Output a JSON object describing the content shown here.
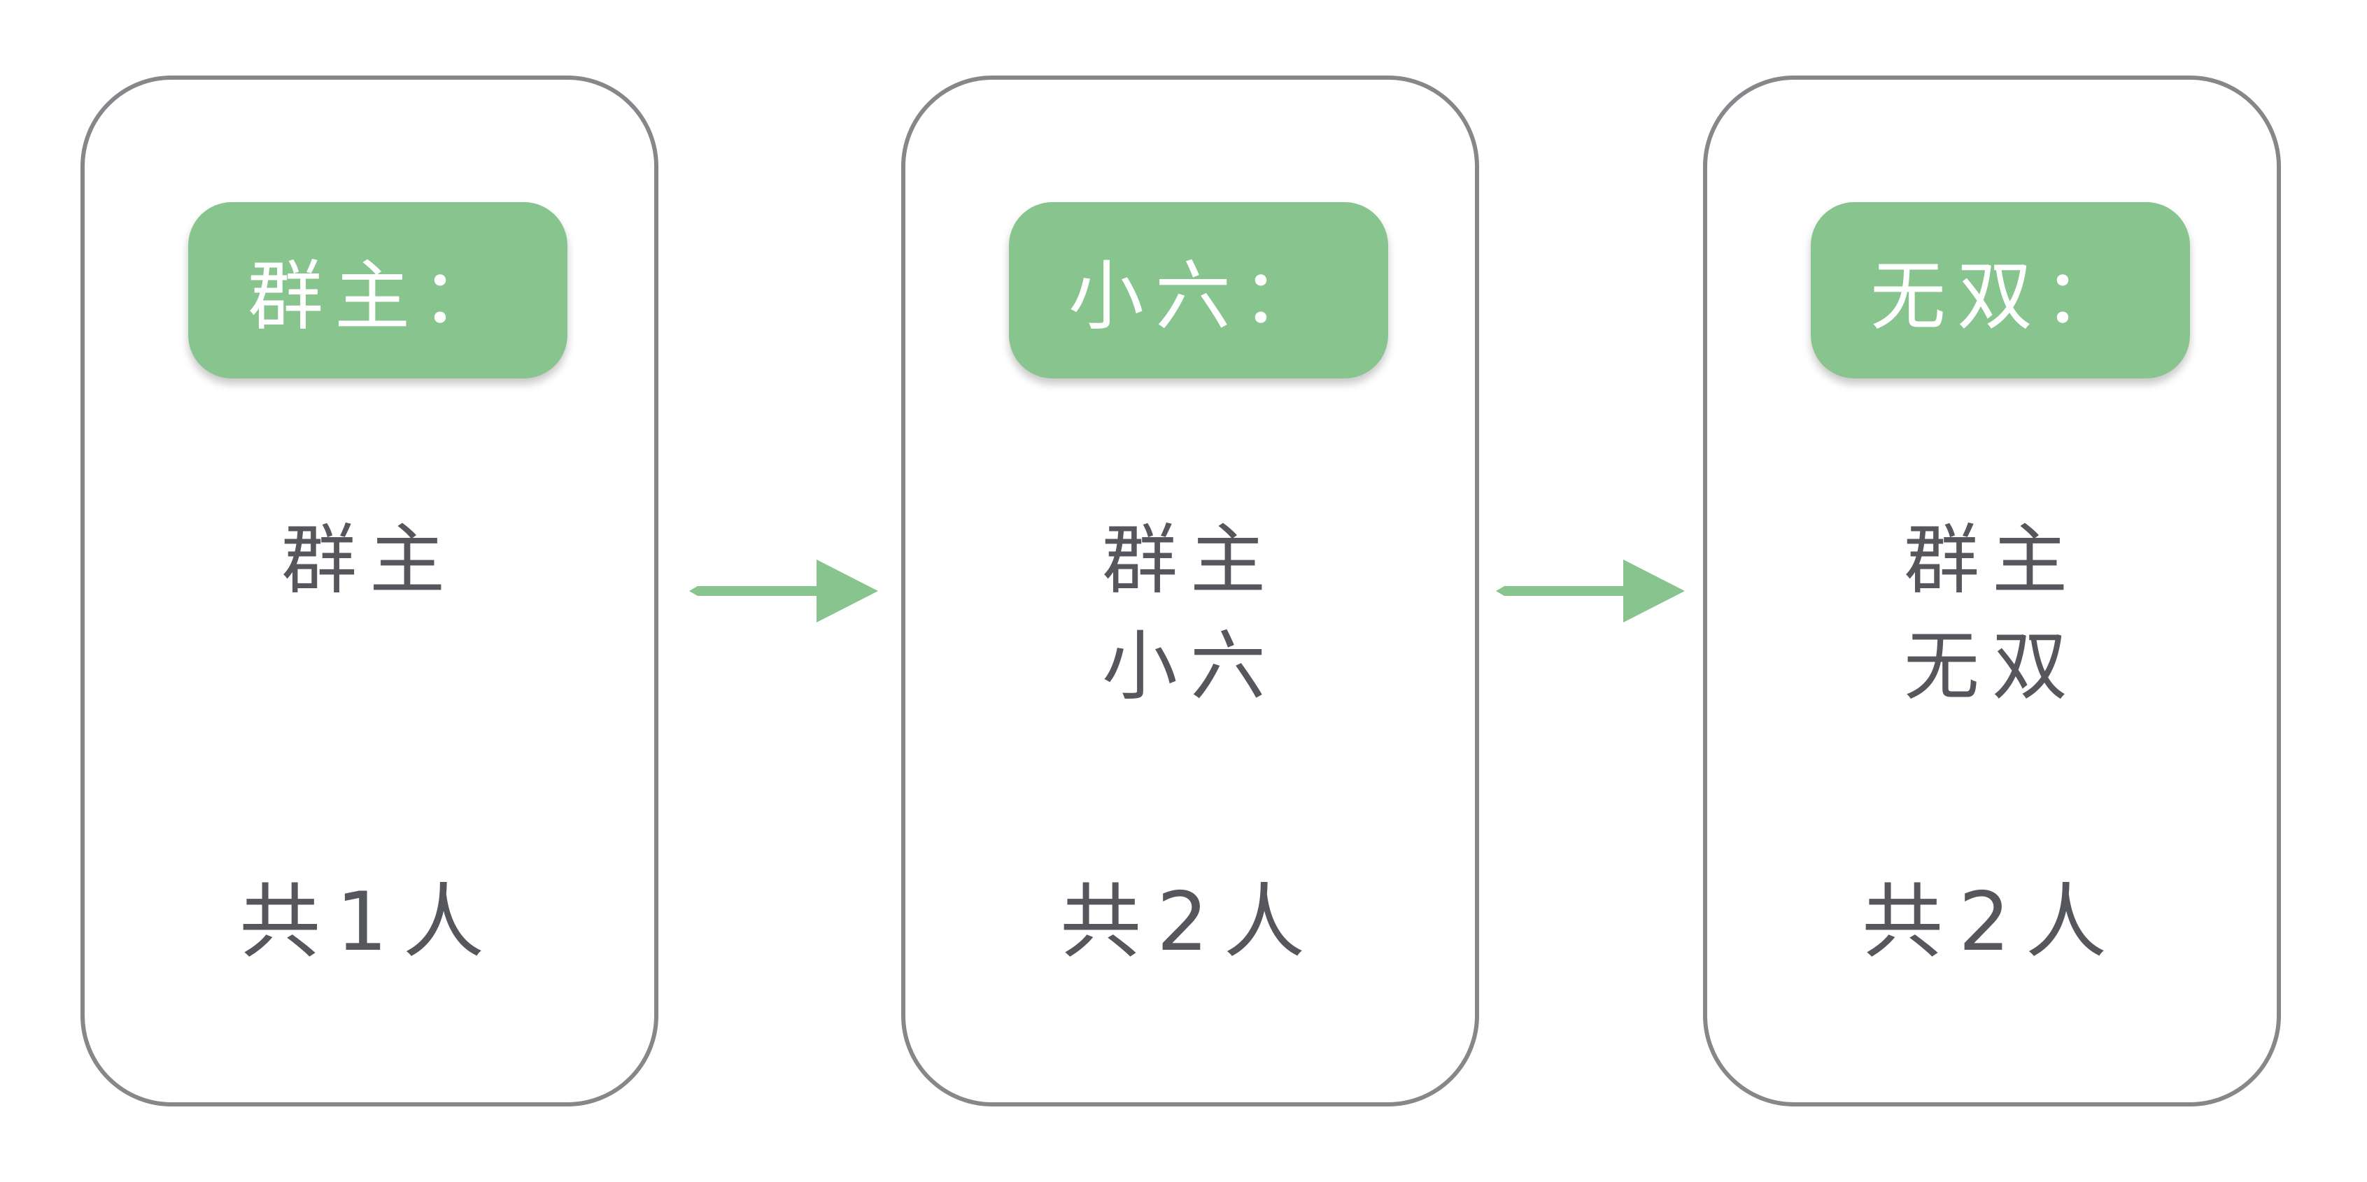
{
  "colors": {
    "header_bg": "#88c48d",
    "arrow": "#88c48d",
    "frame_border": "#87878b",
    "text": "#56575d"
  },
  "panels": [
    {
      "header": "群主：",
      "members": [
        "群主"
      ],
      "count": "共1人"
    },
    {
      "header": "小六：",
      "members": [
        "群主",
        "小六"
      ],
      "count": "共2人"
    },
    {
      "header": "无双：",
      "members": [
        "群主",
        "无双"
      ],
      "count": "共2人"
    }
  ],
  "arrows": [
    {
      "icon": "arrow-right-icon"
    },
    {
      "icon": "arrow-right-icon"
    }
  ]
}
